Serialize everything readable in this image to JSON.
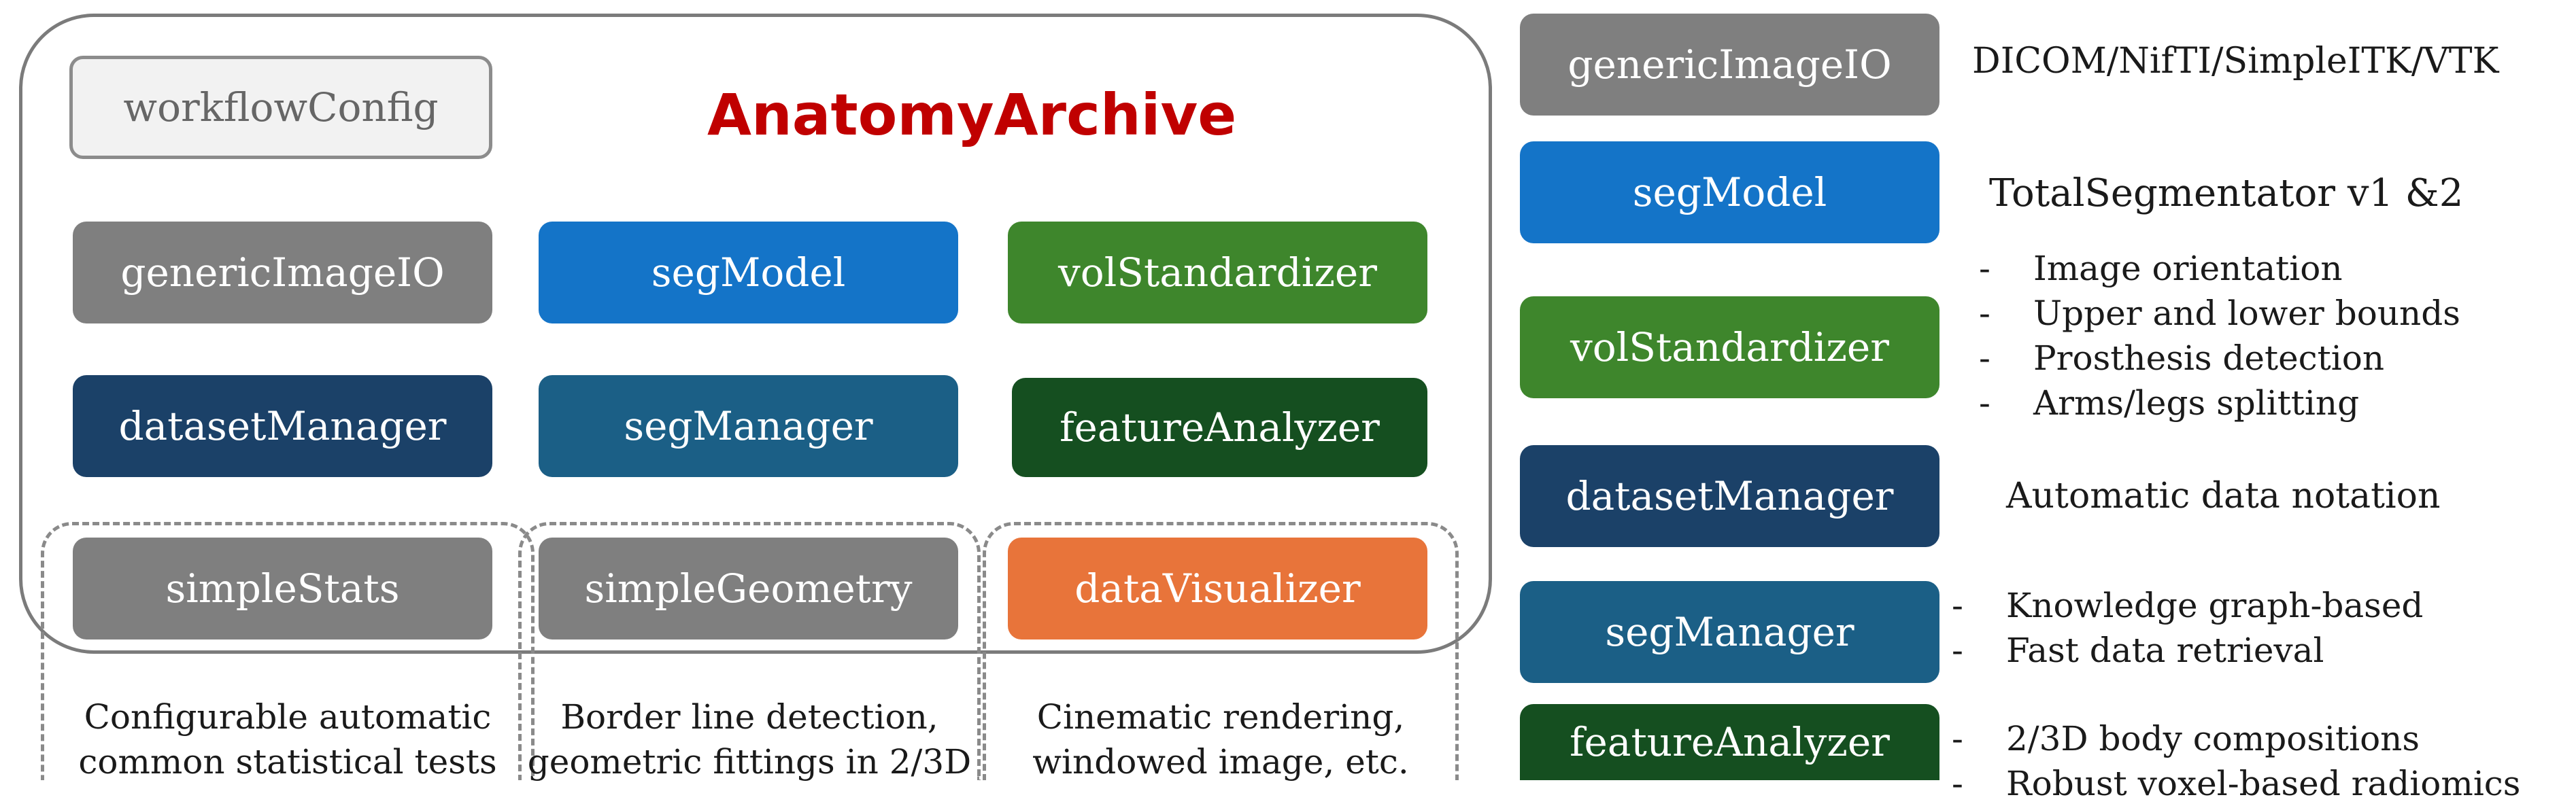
{
  "diagram_title": "AnatomyArchive",
  "left_panel": {
    "workflow_config": "workflowConfig",
    "row1": [
      "genericImageIO",
      "segModel",
      "volStandardizer"
    ],
    "row2": [
      "datasetManager",
      "segManager",
      "featureAnalyzer"
    ],
    "row3": [
      "simpleStats",
      "simpleGeometry",
      "dataVisualizer"
    ],
    "captions": [
      [
        "Configurable automatic",
        "common statistical tests"
      ],
      [
        "Border line detection,",
        "geometric fittings in 2/3D"
      ],
      [
        "Cinematic rendering,",
        "windowed image, etc."
      ]
    ]
  },
  "right_panel": {
    "generic": {
      "label": "genericImageIO",
      "desc": "DICOM/NifTI/SimpleITK/VTK"
    },
    "seg": {
      "label": "segModel",
      "desc": "TotalSegmentator v1 &2"
    },
    "vol": {
      "label": "volStandardizer",
      "bullets": [
        "Image orientation",
        "Upper and lower bounds",
        "Prosthesis detection",
        "Arms/legs splitting"
      ]
    },
    "dataset": {
      "label": "datasetManager",
      "desc": "Automatic data notation"
    },
    "segman": {
      "label": "segManager",
      "bullets": [
        "Knowledge graph-based",
        "Fast data retrieval"
      ]
    },
    "feature": {
      "label": "featureAnalyzer",
      "bullets": [
        "2/3D body compositions",
        "Robust voxel-based radiomics"
      ]
    }
  },
  "colors": {
    "gray": "#7f7f7f",
    "blue": "#1474c8",
    "green": "#3e862c",
    "dark_green": "#154f20",
    "navy": "#1b4168",
    "teal": "#1b5f86",
    "orange": "#e8743a",
    "title_red": "#c00000"
  }
}
